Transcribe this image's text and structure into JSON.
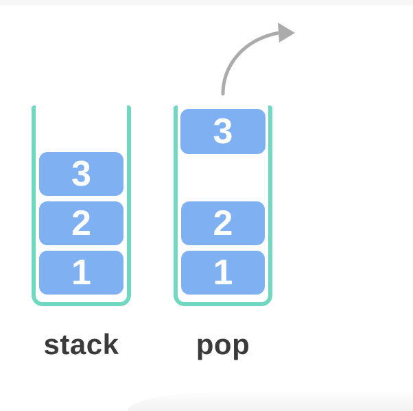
{
  "diagram": {
    "stack": {
      "label": "stack",
      "blocks": [
        "3",
        "2",
        "1"
      ]
    },
    "pop": {
      "label": "pop",
      "popped_block": "3",
      "blocks": [
        "2",
        "1"
      ]
    },
    "arrow": {
      "icon": "curved-arrow-up-right",
      "meaning": "element popped off the stack"
    },
    "colors": {
      "block_fill": "#7fb0f2",
      "block_text": "#ffffff",
      "container_border": "#70d8c1",
      "arrow": "#ababab",
      "label_text": "#3b3b3b"
    }
  }
}
